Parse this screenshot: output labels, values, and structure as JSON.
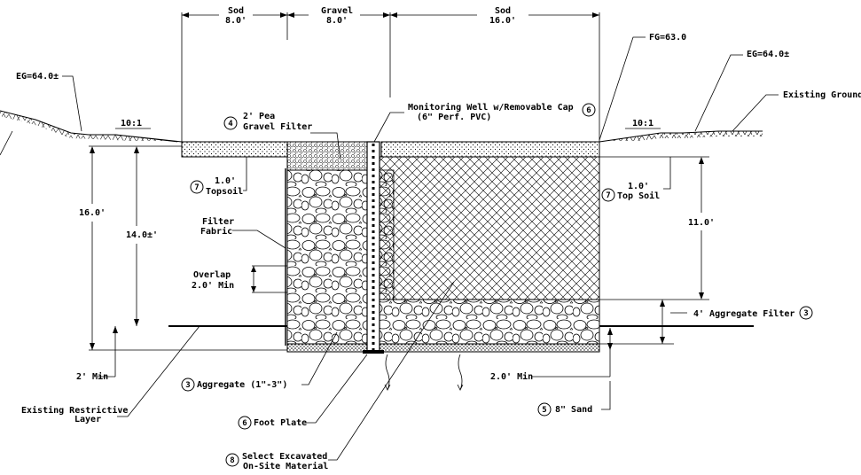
{
  "dimensions_top": {
    "sod_left_label": "Sod",
    "sod_left_value": "8.0'",
    "gravel_label": "Gravel",
    "gravel_value": "8.0'",
    "sod_right_label": "Sod",
    "sod_right_value": "16.0'"
  },
  "grades": {
    "fg": "FG=63.0",
    "eg_left": "EG=64.0±",
    "eg_right": "EG=64.0±",
    "existing_ground": "Existing Ground",
    "slope_left": "10:1",
    "slope_right": "10:1"
  },
  "callouts": {
    "pea_gravel_num": "4",
    "pea_gravel_l1": "2' Pea",
    "pea_gravel_l2": "Gravel Filter",
    "monitoring_l1": "Monitoring Well w/Removable Cap",
    "monitoring_num": "6",
    "monitoring_l2": "(6\" Perf. PVC)",
    "topsoil_left_num": "7",
    "topsoil_left_l1": "1.0'",
    "topsoil_left_l2": "Topsoil",
    "topsoil_right_num": "7",
    "topsoil_right_l1": "1.0'",
    "topsoil_right_l2": "Top Soil",
    "filter_fabric_l1": "Filter",
    "filter_fabric_l2": "Fabric",
    "overlap_l1": "Overlap",
    "overlap_l2": "2.0' Min",
    "aggregate_filter_text": "4' Aggregate Filter",
    "aggregate_filter_num": "3",
    "aggregate_num": "3",
    "aggregate_text": "Aggregate (1\"-3\")",
    "foot_plate_num": "6",
    "foot_plate_text": "Foot Plate",
    "sand_num": "5",
    "sand_text": "8\" Sand",
    "select_num": "8",
    "select_l1": "Select Excavated",
    "select_l2": "On-Site Material",
    "restrictive_l1": "Existing Restrictive",
    "restrictive_l2": "Layer",
    "two_min_left": "2' Min",
    "two_min_right": "2.0' Min"
  },
  "vertical_dims": {
    "sixteen": "16.0'",
    "fourteen": "14.0±'",
    "eleven": "11.0'"
  }
}
